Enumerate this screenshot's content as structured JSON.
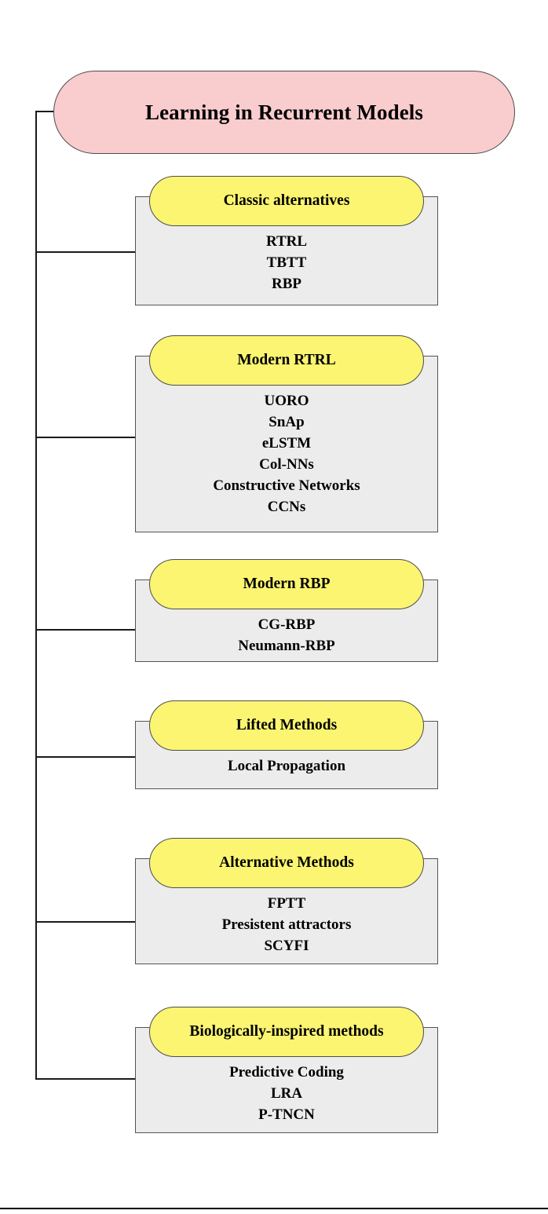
{
  "diagram": {
    "root": {
      "label": "Learning in Recurrent Models"
    },
    "groups": [
      {
        "title": "Classic alternatives",
        "items": [
          "RTRL",
          "TBTT",
          "RBP"
        ]
      },
      {
        "title": "Modern RTRL",
        "items": [
          "UORO",
          "SnAp",
          "eLSTM",
          "Col-NNs",
          "Constructive Networks",
          "CCNs"
        ]
      },
      {
        "title": "Modern RBP",
        "items": [
          "CG-RBP",
          "Neumann-RBP"
        ]
      },
      {
        "title": "Lifted Methods",
        "items": [
          "Local Propagation"
        ]
      },
      {
        "title": "Alternative Methods",
        "items": [
          "FPTT",
          "Presistent attractors",
          "SCYFI"
        ]
      },
      {
        "title": "Biologically-inspired methods",
        "items": [
          "Predictive Coding",
          "LRA",
          "P-TNCN"
        ]
      }
    ],
    "colors": {
      "root_fill": "#f9ccce",
      "group_header_fill": "#fbf571",
      "group_body_fill": "#ececec",
      "border": "#4d4d4d",
      "connector": "#1a1a1a",
      "text": "#000000"
    }
  }
}
